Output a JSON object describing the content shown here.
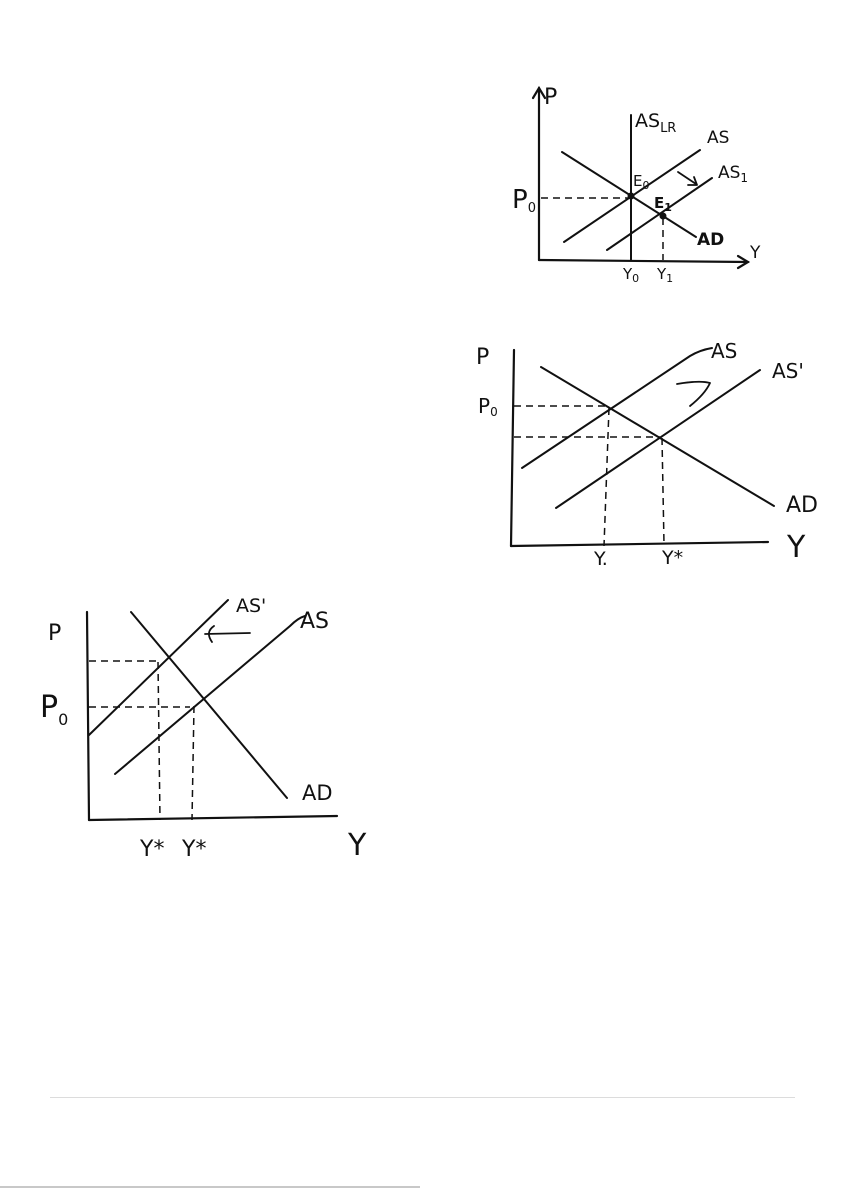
{
  "diagram_1": {
    "axis_y": "P",
    "axis_x": "Y",
    "curves": [
      "ASLR",
      "AS",
      "AS1",
      "AD"
    ],
    "label_as_lr_main": "AS",
    "label_as_lr_sub": "LR",
    "label_as": "AS",
    "label_as1_main": "AS",
    "label_as1_sub": "1",
    "label_ad": "AD",
    "label_e0_main": "E",
    "label_e0_sub": "0",
    "label_e1_main": "E",
    "label_e1_sub": "1",
    "label_p0_main": "P",
    "label_p0_sub": "0",
    "label_y0_main": "Y",
    "label_y0_sub": "0",
    "label_y1_main": "Y",
    "label_y1_sub": "1"
  },
  "diagram_2": {
    "axis_y": "P",
    "axis_x": "Y",
    "label_as": "AS",
    "label_as_prime": "AS'",
    "label_ad": "AD",
    "label_p0_main": "P",
    "label_p0_sub": "0",
    "label_y_left": "Y.",
    "label_y_star": "Y*"
  },
  "diagram_3": {
    "axis_y": "P",
    "axis_x": "Y",
    "label_as_prime": "AS'",
    "label_as": "AS",
    "label_ad": "AD",
    "label_p0_main": "P",
    "label_p0_sub": "0",
    "label_y_star_left": "Y*",
    "label_y_star_right": "Y*"
  }
}
